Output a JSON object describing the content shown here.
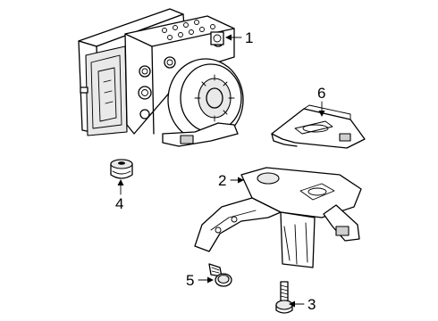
{
  "colors": {
    "line": "#000000",
    "background": "#ffffff",
    "shade": "#e9e9e9"
  },
  "callouts": [
    {
      "id": "1",
      "label": "1"
    },
    {
      "id": "2",
      "label": "2"
    },
    {
      "id": "3",
      "label": "3"
    },
    {
      "id": "4",
      "label": "4"
    },
    {
      "id": "5",
      "label": "5"
    },
    {
      "id": "6",
      "label": "6"
    }
  ]
}
